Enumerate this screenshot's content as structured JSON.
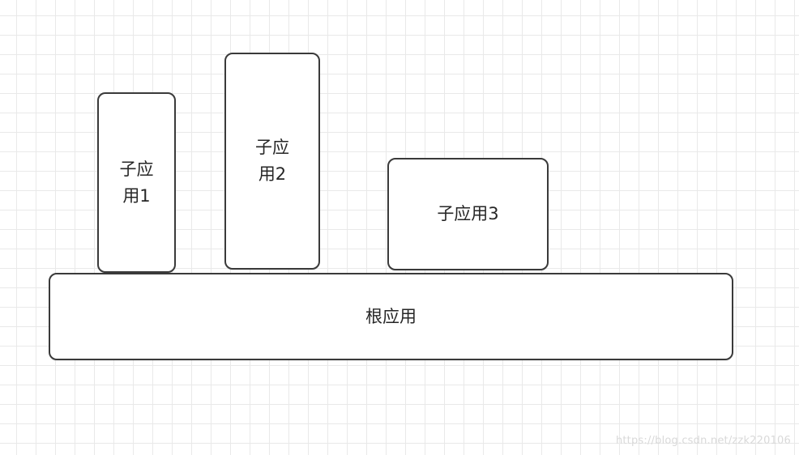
{
  "diagram": {
    "nodes": {
      "subapp1": {
        "label": "子应\n用1"
      },
      "subapp2": {
        "label": "子应\n用2"
      },
      "subapp3": {
        "label": "子应用3"
      },
      "root": {
        "label": "根应用"
      }
    },
    "watermark": "https://blog.csdn.net/zzk220106"
  },
  "colors": {
    "background": "#ffffff",
    "grid_line": "#e9e9e9",
    "node_border": "#3a3a3a",
    "node_fill": "#ffffff",
    "node_text": "#262626",
    "watermark_text": "#d9d9d9"
  }
}
